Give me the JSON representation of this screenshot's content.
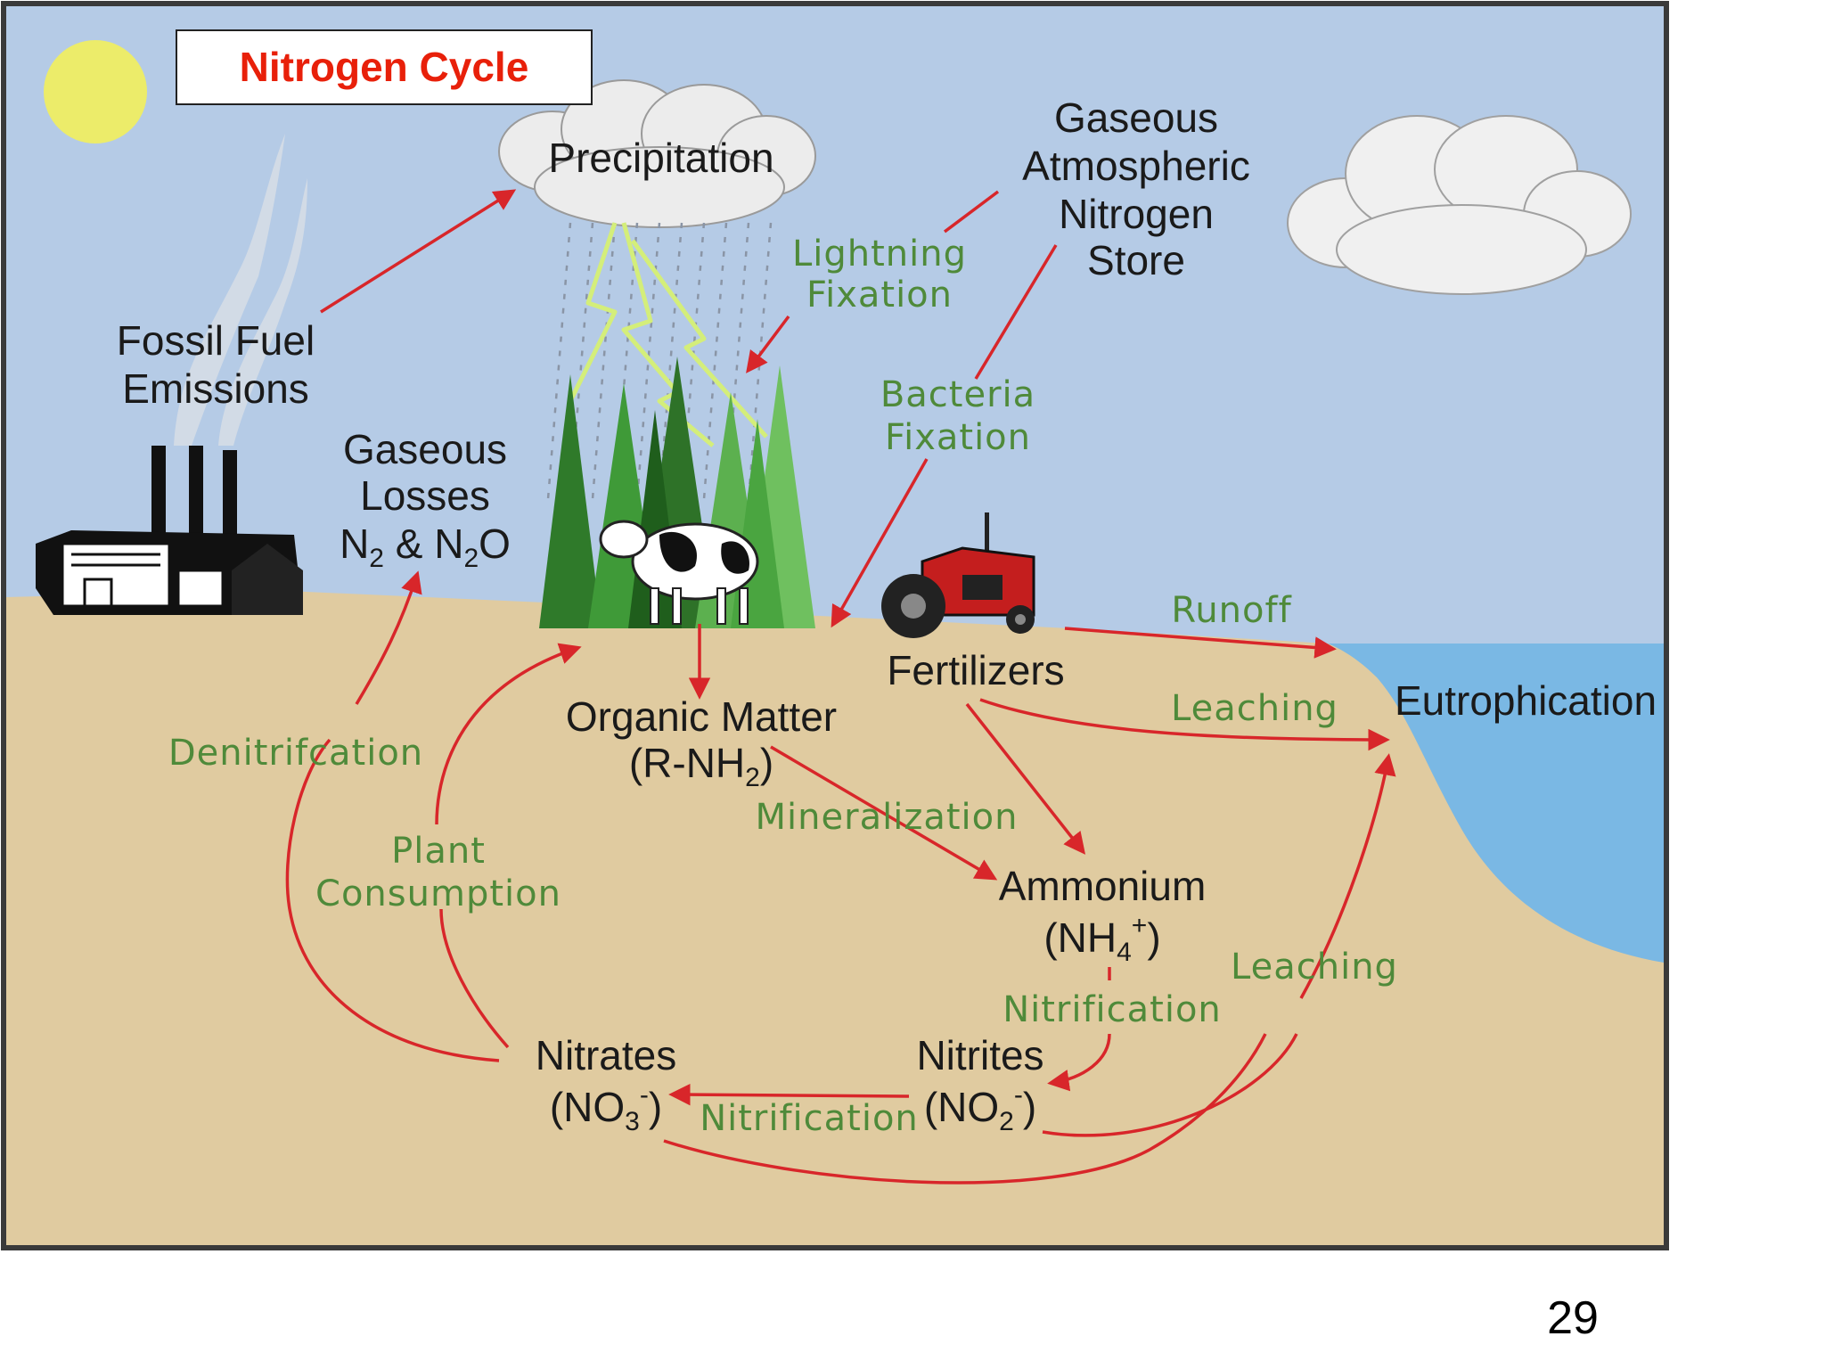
{
  "title": "Nitrogen Cycle",
  "page_number": "29",
  "colors": {
    "sky": "#b5cbe6",
    "soil": "#e0cba0",
    "water": "#7ab8e4",
    "arrow": "#d8262a",
    "process_text": "#4f8a3a",
    "title_text": "#e8200a"
  },
  "labels": {
    "precipitation": "Precipitation",
    "gaseous_store": [
      "Gaseous",
      "Atmospheric",
      "Nitrogen",
      "Store"
    ],
    "fossil_fuel": [
      "Fossil Fuel",
      "Emissions"
    ],
    "gaseous_losses": [
      "Gaseous",
      "Losses"
    ],
    "gaseous_losses_formula": {
      "n": "N",
      "sub1": "2",
      "amp": " & N",
      "sub2": "2",
      "o": "O"
    },
    "fertilizers": "Fertilizers",
    "eutrophication": "Eutrophication",
    "organic_matter": "Organic Matter",
    "organic_formula": {
      "open": "(R-NH",
      "sub": "2",
      "close": ")"
    },
    "ammonium": "Ammonium",
    "ammonium_formula": {
      "open": "(NH",
      "sub": "4",
      "sup": "+",
      "close": ")"
    },
    "nitrates": "Nitrates",
    "nitrates_formula": {
      "open": "(NO",
      "sub": "3",
      "sup": "-",
      "close": ")"
    },
    "nitrites": "Nitrites",
    "nitrites_formula": {
      "open": "(NO",
      "sub": "2",
      "sup": "-",
      "close": ")"
    }
  },
  "processes": {
    "lightning_fixation": [
      "Lightning",
      "Fixation"
    ],
    "bacteria_fixation": [
      "Bacteria",
      "Fixation"
    ],
    "runoff": "Runoff",
    "leaching_top": "Leaching",
    "leaching_right": "Leaching",
    "denitrification": "Denitrifcation",
    "plant_consumption": [
      "Plant",
      "Consumption"
    ],
    "mineralization": "Mineralization",
    "nitrification_vertical": "Nitrification",
    "nitrification_horizontal": "Nitrification"
  },
  "icons": [
    "sun-icon",
    "cloud-icon",
    "rain-icon",
    "lightning-icon",
    "smoke-icon",
    "factory-icon",
    "trees-icon",
    "cow-icon",
    "tractor-icon"
  ]
}
